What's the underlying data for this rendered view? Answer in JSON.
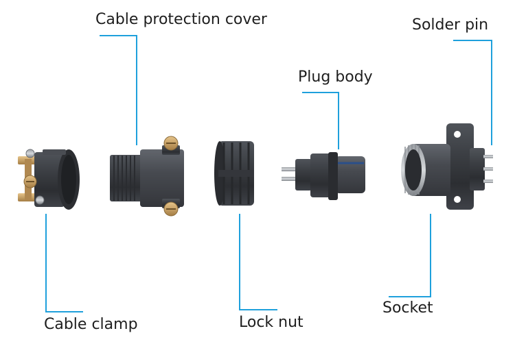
{
  "colors": {
    "leader_line": "#1ea0dc",
    "label_text": "#1e1e1e",
    "part_dark": "#3a3d42",
    "part_mid": "#55595f",
    "brass": "#c9a46a"
  },
  "labels": {
    "cable_protection_cover": "Cable protection cover",
    "solder_pin": "Solder pin",
    "plug_body": "Plug body",
    "socket": "Socket",
    "cable_clamp": "Cable clamp",
    "lock_nut": "Lock nut"
  }
}
